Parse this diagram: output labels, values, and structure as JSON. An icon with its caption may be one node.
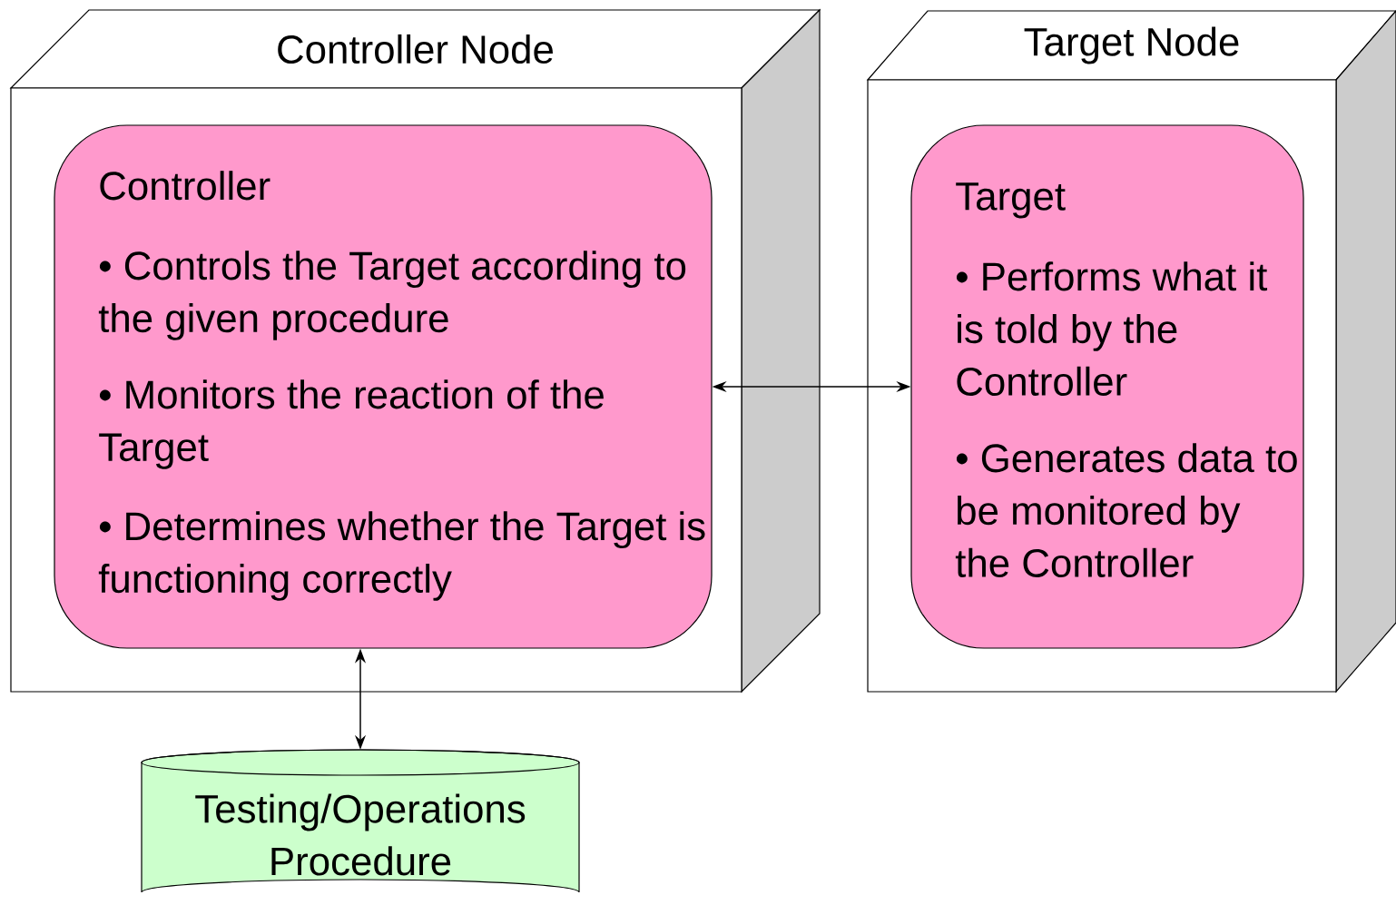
{
  "diagram": {
    "nodes": [
      {
        "text": [
          "Controller Node"
        ]
      },
      {
        "text": [
          "Controller",
          "• Controls the Target according to the given procedure",
          "• Monitors the reaction of the Target",
          "• Determines whether the Target is functioning correctly"
        ],
        "in": 0
      },
      {
        "text": [
          "Target Node"
        ]
      },
      {
        "text": [
          "Target",
          "• Performs what it is told by the Controller",
          "• Generates data to be monitored by the Controller"
        ],
        "in": 2
      },
      {
        "text": [
          "Testing/Operations Procedure"
        ]
      }
    ],
    "edges": [
      {
        "from": 1,
        "to": 3,
        "arrow": "both"
      },
      {
        "from": 1,
        "to": 4,
        "arrow": "both"
      }
    ]
  }
}
